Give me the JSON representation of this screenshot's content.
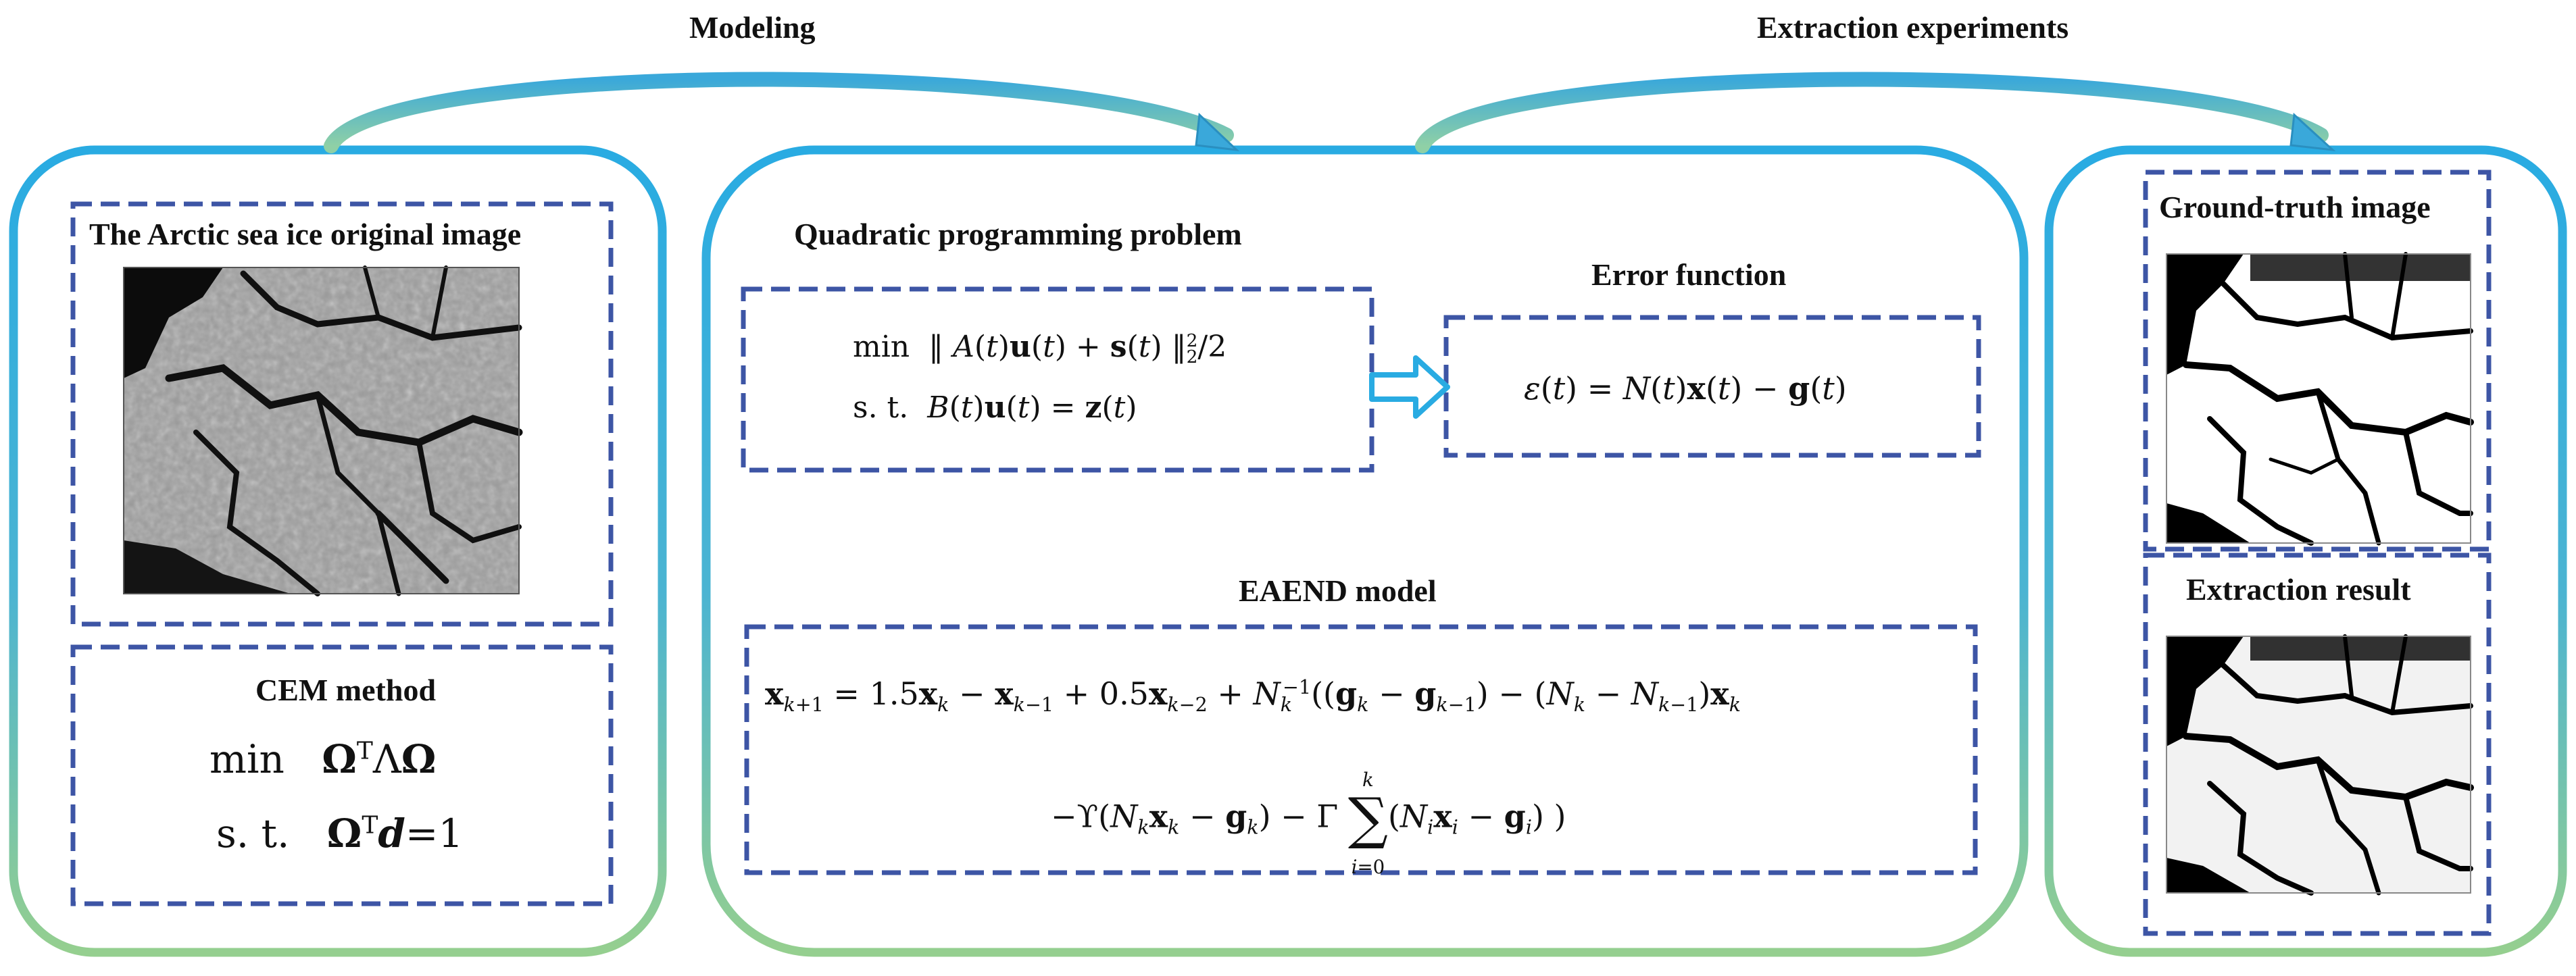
{
  "arrows": {
    "modeling_label": "Modeling",
    "extraction_label": "Extraction experiments"
  },
  "left_panel": {
    "image_title": "The Arctic sea ice original image",
    "image_alt": "Arctic sea ice original grayscale image",
    "cem_title": "CEM method",
    "cem_objective_prefix": "min",
    "cem_constraint_prefix": "s. t.",
    "cem_constraint_rhs": "=1"
  },
  "middle_panel": {
    "qp_title": "Quadratic programming problem",
    "qp_objective_prefix": "min",
    "qp_constraint_prefix": "s. t.",
    "error_title": "Error function",
    "eaend_title": "EAEND model",
    "eaend_coef_a": "1.5",
    "eaend_coef_b": "0.5"
  },
  "right_panel": {
    "groundtruth_title": "Ground-truth image",
    "groundtruth_alt": "Ground-truth binary image",
    "result_title": "Extraction result",
    "result_alt": "Extraction result binary image"
  },
  "colors": {
    "panel_border_top": "#29ABE2",
    "panel_border_bottom": "#95CF8F",
    "dashed_box": "#3D55A5",
    "arrow_top": "#3AA8DA",
    "arrow_bottom": "#8FD0A6",
    "hollow_arrow": "#29ABE2"
  }
}
